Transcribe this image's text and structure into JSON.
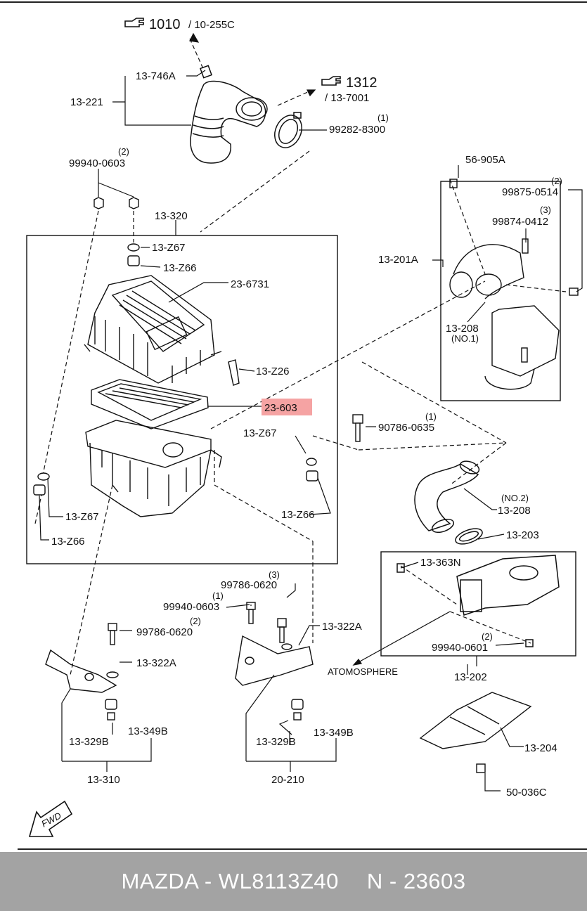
{
  "refs": {
    "fig1010": "1010",
    "fig1010_sub": "/ 10-255C",
    "fig1312": "1312",
    "fig1312_sub": "/ 13-7001"
  },
  "labels": {
    "p13_746A": "13-746A",
    "p13_221": "13-221",
    "q99282": "(1)",
    "p99282_8300": "99282-8300",
    "q99940_top": "(2)",
    "p99940_0603_top": "99940-0603",
    "p13_320": "13-320",
    "p13_Z67_top": "13-Z67",
    "p13_Z66_top": "13-Z66",
    "p23_6731": "23-6731",
    "p13_Z26": "13-Z26",
    "p23_603": "23-603",
    "p13_Z67_right": "13-Z67",
    "p13_Z66_right": "13-Z66",
    "p13_Z67_left": "13-Z67",
    "p13_Z66_left": "13-Z66",
    "q90786": "(1)",
    "p90786_0635": "90786-0635",
    "p56_905A": "56-905A",
    "q99875": "(2)",
    "p99875_0514": "99875-0514",
    "q99874": "(3)",
    "p99874_0412": "99874-0412",
    "p13_201A": "13-201A",
    "p13_208_no1": "13-208",
    "no1": "(NO.1)",
    "no2": "(NO.2)",
    "p13_208_no2": "13-208",
    "p13_203": "13-203",
    "p13_363N": "13-363N",
    "q99940_0601": "(2)",
    "p99940_0601": "99940-0601",
    "p13_202": "13-202",
    "atmosphere": "ATOMOSPHERE",
    "q99786_top": "(3)",
    "p99786_0620_top": "99786-0620",
    "q99940_mid": "(1)",
    "p99940_0603_mid": "99940-0603",
    "q99786_left": "(2)",
    "p99786_0620_left": "99786-0620",
    "p13_322A_left": "13-322A",
    "p13_322A_right": "13-322A",
    "p13_329B_left": "13-329B",
    "p13_349B_left": "13-349B",
    "p13_310": "13-310",
    "p13_329B_right": "13-329B",
    "p13_349B_right": "13-349B",
    "p20_210": "20-210",
    "p13_204": "13-204",
    "p50_036C": "50-036C",
    "fwd": "FWD"
  },
  "highlight_color": "#f5a3a3",
  "footer": {
    "brand_part": "MAZDA - WL8113Z40",
    "oem_part": "N - 23603"
  }
}
